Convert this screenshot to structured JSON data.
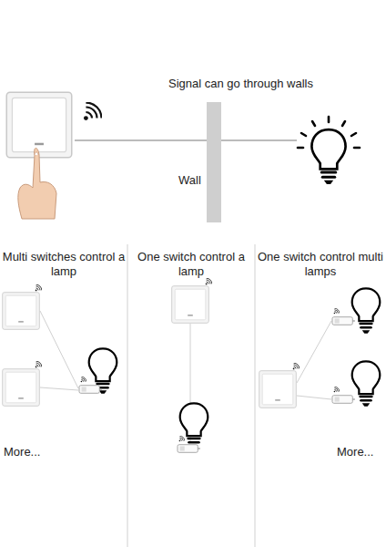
{
  "diagram": {
    "labels": [
      "Signal can go through walls",
      "Wall",
      "Multi switches control a lamp",
      "One switch control a lamp",
      "One switch control multi lamps",
      "More...",
      "More..."
    ]
  }
}
